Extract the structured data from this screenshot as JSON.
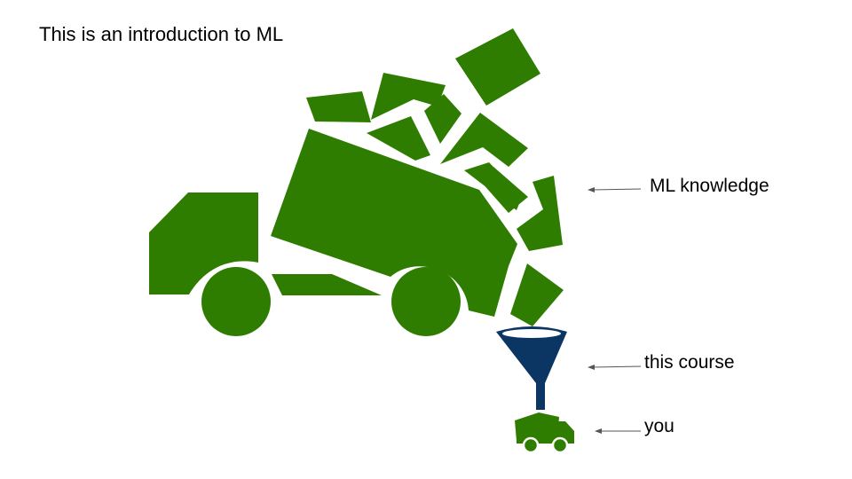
{
  "slide": {
    "title": "This is an introduction to ML",
    "labels": {
      "knowledge": "ML knowledge",
      "course": "this course",
      "you": "you"
    }
  },
  "colors": {
    "truck_green": "#2e7d00",
    "funnel_blue": "#0b3563",
    "funnel_rim": "#ffffff",
    "arrow_gray": "#555555",
    "text": "#000000",
    "background": "#ffffff"
  },
  "icons": [
    "dump-truck-icon",
    "funnel-icon",
    "small-truck-icon",
    "arrow-icon"
  ]
}
